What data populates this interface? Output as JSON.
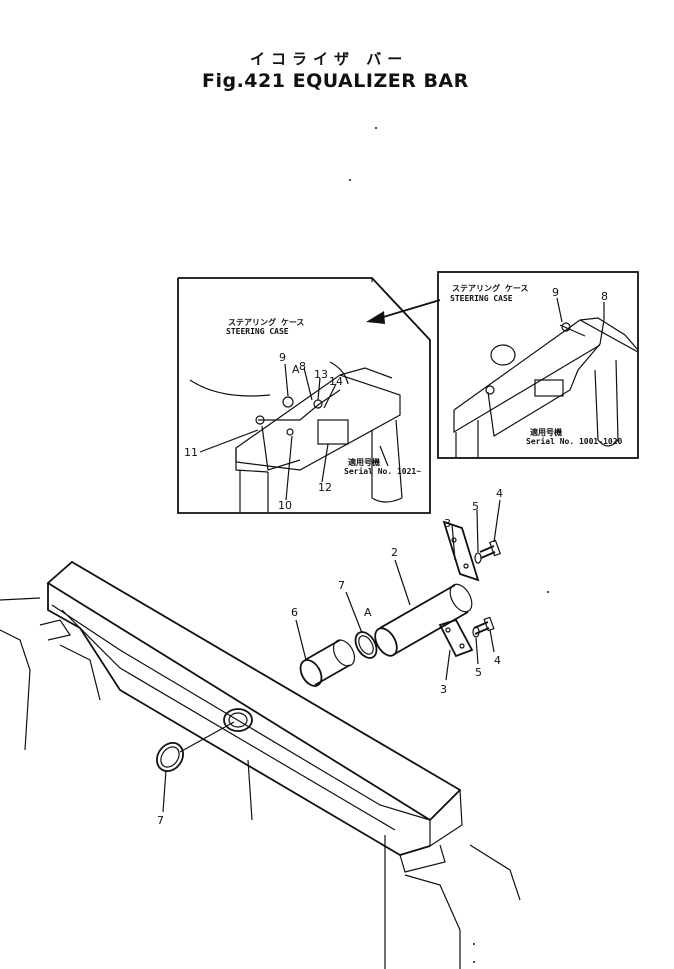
{
  "header": {
    "title_jp": "イコライザ バー",
    "title": "Fig.421  EQUALIZER  BAR"
  },
  "inset_left": {
    "case_jp": "ステアリング ケース",
    "case_en": "STEERING CASE",
    "serial_jp": "適用号機",
    "serial": "Serial No. 1021~",
    "callouts": [
      "9",
      "8",
      "13",
      "14",
      "A",
      "11",
      "12",
      "10"
    ]
  },
  "inset_right": {
    "case_jp": "ステアリング ケース",
    "case_en": "STEERING CASE",
    "serial_jp": "適用号機",
    "serial": "Serial No. 1001-1020",
    "callouts": [
      "9",
      "8"
    ]
  },
  "main_callouts": {
    "c2": "2",
    "c3a": "3",
    "c3b": "3",
    "c4a": "4",
    "c4b": "4",
    "c5a": "5",
    "c5b": "5",
    "c6": "6",
    "c7a": "7",
    "c7b": "7",
    "cA": "A"
  }
}
